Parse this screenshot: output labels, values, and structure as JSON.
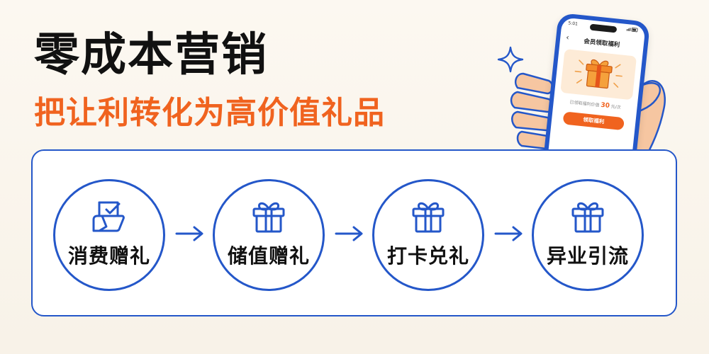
{
  "headline": "零成本营销",
  "subline": "把让利转化为高价值礼品",
  "colors": {
    "brand_blue": "#2457c9",
    "accent_orange": "#f0631f",
    "text_dark": "#111111"
  },
  "phone": {
    "status_time": "5:01",
    "title": "会员领取福利",
    "note_prefix": "已领取福利价值",
    "note_amount": "30",
    "note_suffix": "元/次",
    "button_label": "领取福利"
  },
  "steps": [
    {
      "label": "消费赠礼",
      "icon": "receipt-check-icon"
    },
    {
      "label": "储值赠礼",
      "icon": "gift-box-icon"
    },
    {
      "label": "打卡兑礼",
      "icon": "gift-box-icon"
    },
    {
      "label": "异业引流",
      "icon": "gift-box-icon"
    }
  ]
}
